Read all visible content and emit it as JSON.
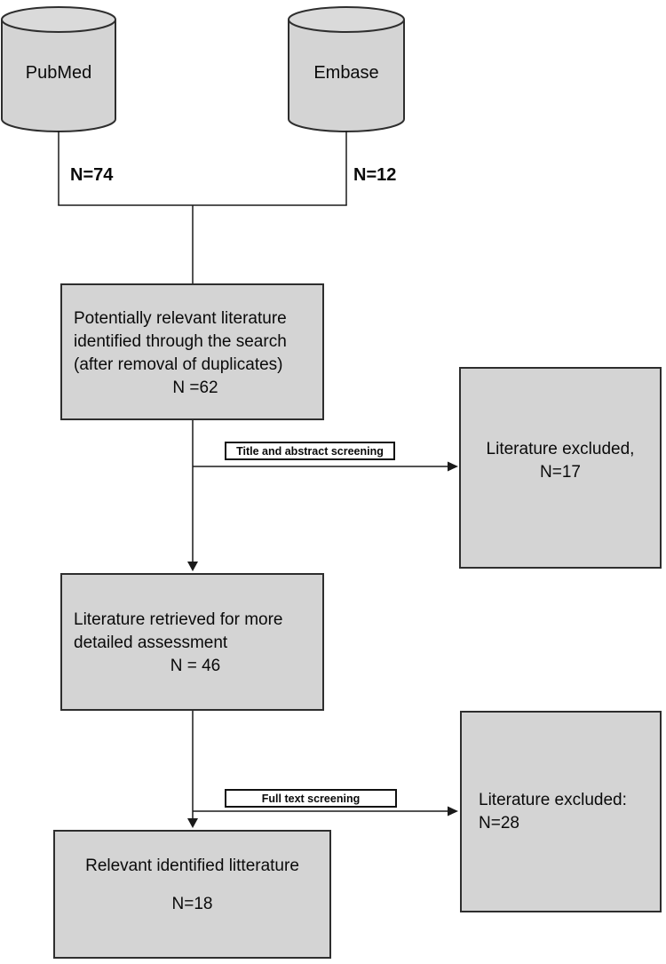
{
  "figure": {
    "type": "literature-screening-flowchart",
    "sources": [
      {
        "name": "PubMed",
        "count": "N=74"
      },
      {
        "name": "Embase",
        "count": "N=12"
      }
    ],
    "nodes": {
      "identified": {
        "line1": "Potentially relevant literature",
        "line2": "identified through the search",
        "line3": "(after removal of duplicates)",
        "count": "N =62"
      },
      "excluded_screening": {
        "line1": "Literature excluded,",
        "count": "N=17"
      },
      "retrieved": {
        "line1": "Literature retrieved for more",
        "line2": "detailed assessment",
        "count": "N = 46"
      },
      "excluded_fulltext": {
        "line1": "Literature excluded:",
        "count": "N=28"
      },
      "included": {
        "line1": "Relevant identified litterature",
        "count": "N=18"
      }
    },
    "edge_labels": {
      "screening": "Title and abstract screening",
      "fulltext": "Full text screening"
    },
    "colors": {
      "node_fill": "#d4d4d4",
      "node_border": "#2e2e2e",
      "cylinder_top_fill": "#dadada",
      "connector": "#1a1a1a",
      "edge_label_bg": "#ffffff"
    }
  }
}
